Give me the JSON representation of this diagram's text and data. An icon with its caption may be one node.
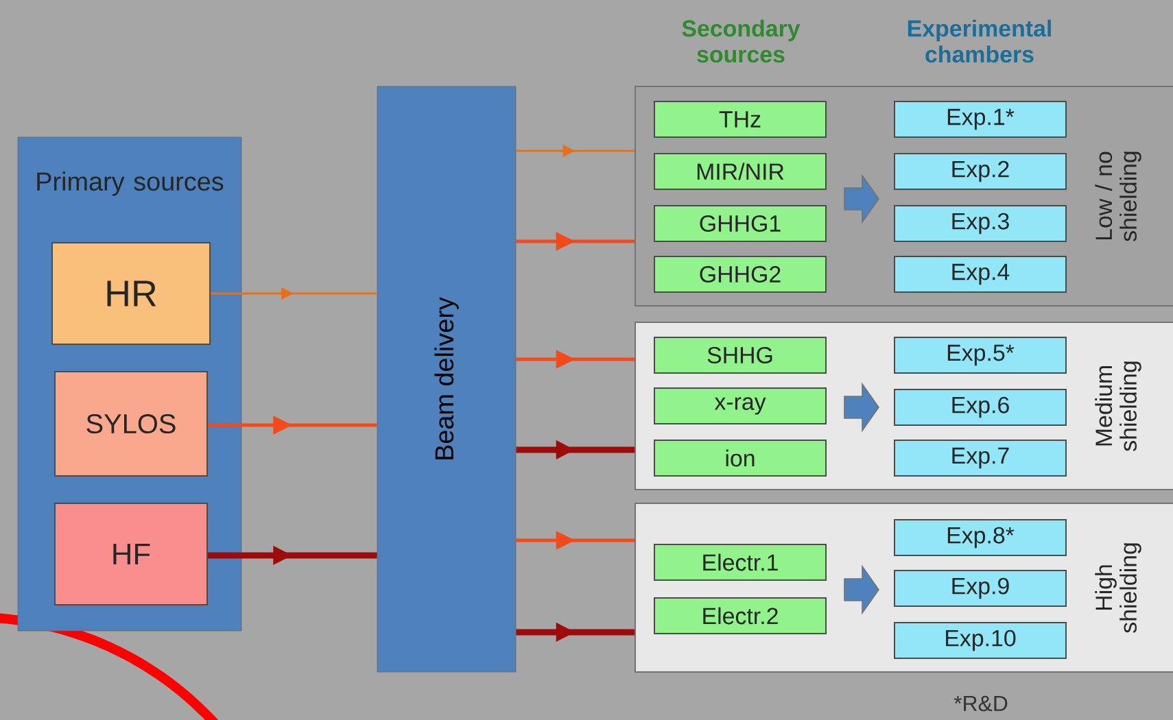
{
  "diagram": {
    "nodes": [
      {
        "text": [
          "Primary sources"
        ]
      },
      {
        "text": [
          "HR"
        ],
        "in": 0
      },
      {
        "text": [
          "SYLOS"
        ],
        "in": 0
      },
      {
        "text": [
          "HF"
        ],
        "in": 0
      },
      {
        "text": [
          "Beam delivery"
        ]
      },
      {
        "text": [
          "Low / no shielding"
        ]
      },
      {
        "text": [
          "THz"
        ],
        "in": 5
      },
      {
        "text": [
          "MIR/NIR"
        ],
        "in": 5
      },
      {
        "text": [
          "GHHG1"
        ],
        "in": 5
      },
      {
        "text": [
          "GHHG2"
        ],
        "in": 5
      },
      {
        "text": [
          "Exp.1*"
        ],
        "in": 5
      },
      {
        "text": [
          "Exp.2"
        ],
        "in": 5
      },
      {
        "text": [
          "Exp.3"
        ],
        "in": 5
      },
      {
        "text": [
          "Exp.4"
        ],
        "in": 5
      },
      {
        "text": [
          "Medium shielding"
        ]
      },
      {
        "text": [
          "SHHG"
        ],
        "in": 14
      },
      {
        "text": [
          "x-ray"
        ],
        "in": 14
      },
      {
        "text": [
          "ion"
        ],
        "in": 14
      },
      {
        "text": [
          "Exp.5*"
        ],
        "in": 14
      },
      {
        "text": [
          "Exp.6"
        ],
        "in": 14
      },
      {
        "text": [
          "Exp.7"
        ],
        "in": 14
      },
      {
        "text": [
          "High shielding"
        ]
      },
      {
        "text": [
          "Electr.1"
        ],
        "in": 21
      },
      {
        "text": [
          "Electr.2"
        ],
        "in": 21
      },
      {
        "text": [
          "Exp.8*"
        ],
        "in": 21
      },
      {
        "text": [
          "Exp.9"
        ],
        "in": 21
      },
      {
        "text": [
          "Exp.10"
        ],
        "in": 21
      }
    ],
    "edges": [
      {
        "from": 1,
        "to": 4,
        "arrow": "to",
        "color": "#e8701a"
      },
      {
        "from": 2,
        "to": 4,
        "arrow": "to"
      },
      {
        "from": 3,
        "to": 4,
        "arrow": "to",
        "style": "thick",
        "color": "#9e0b0b"
      },
      {
        "from": 4,
        "to": 5,
        "arrow": "to",
        "color": "#e8701a"
      },
      {
        "from": 4,
        "to": 5,
        "arrow": "to"
      },
      {
        "from": 4,
        "to": 14,
        "arrow": "to"
      },
      {
        "from": 4,
        "to": 14,
        "arrow": "to",
        "style": "thick",
        "color": "#9e0b0b"
      },
      {
        "from": 4,
        "to": 21,
        "arrow": "to"
      },
      {
        "from": 4,
        "to": 21,
        "arrow": "to",
        "style": "thick",
        "color": "#9e0b0b"
      },
      {
        "from": 7,
        "to": 11,
        "arrow": "to",
        "style": "thick",
        "color": "#4f81bd"
      },
      {
        "from": 16,
        "to": 19,
        "arrow": "to",
        "style": "thick",
        "color": "#4f81bd"
      },
      {
        "from": 23,
        "to": 25,
        "arrow": "to",
        "style": "thick",
        "color": "#4f81bd"
      }
    ],
    "labels": [
      "Secondary sources",
      "Experimental chambers",
      "*R&D"
    ]
  }
}
